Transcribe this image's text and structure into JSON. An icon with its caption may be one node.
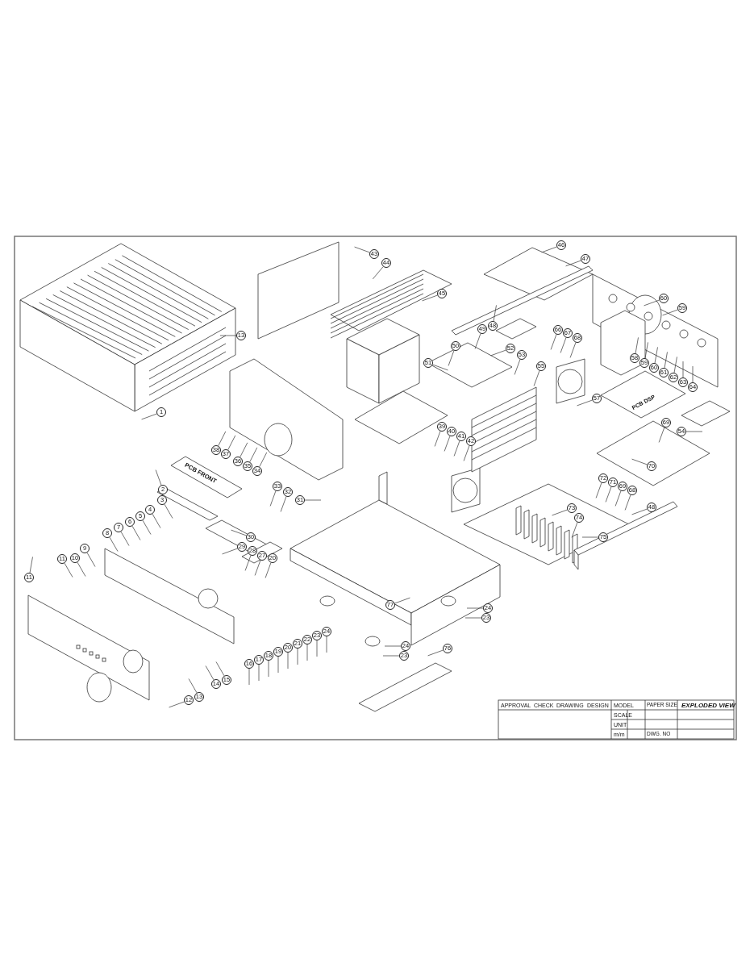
{
  "diagram": {
    "nodes": [
      {
        "text": [
          "1"
        ]
      },
      {
        "text": [
          "13"
        ]
      },
      {
        "text": [
          "43"
        ]
      },
      {
        "text": [
          "44"
        ]
      },
      {
        "text": [
          "45"
        ]
      },
      {
        "text": [
          "46"
        ]
      },
      {
        "text": [
          "47"
        ]
      },
      {
        "text": [
          "50"
        ]
      },
      {
        "text": [
          "49"
        ]
      },
      {
        "text": [
          "48"
        ]
      },
      {
        "text": [
          "66"
        ]
      },
      {
        "text": [
          "67"
        ]
      },
      {
        "text": [
          "68"
        ]
      },
      {
        "text": [
          "60"
        ]
      },
      {
        "text": [
          "59"
        ]
      },
      {
        "text": [
          "51"
        ]
      },
      {
        "text": [
          "52"
        ]
      },
      {
        "text": [
          "53"
        ]
      },
      {
        "text": [
          "55"
        ]
      },
      {
        "text": [
          "58"
        ]
      },
      {
        "text": [
          "59"
        ]
      },
      {
        "text": [
          "60"
        ]
      },
      {
        "text": [
          "61"
        ]
      },
      {
        "text": [
          "62"
        ]
      },
      {
        "text": [
          "63"
        ]
      },
      {
        "text": [
          "64"
        ]
      },
      {
        "text": [
          "57"
        ]
      },
      {
        "text": [
          "54"
        ]
      },
      {
        "text": [
          "69"
        ]
      },
      {
        "text": [
          "70"
        ]
      },
      {
        "text": [
          "38"
        ]
      },
      {
        "text": [
          "37"
        ]
      },
      {
        "text": [
          "36"
        ]
      },
      {
        "text": [
          "35"
        ]
      },
      {
        "text": [
          "34"
        ]
      },
      {
        "text": [
          "39"
        ]
      },
      {
        "text": [
          "40"
        ]
      },
      {
        "text": [
          "41"
        ]
      },
      {
        "text": [
          "42"
        ]
      },
      {
        "text": [
          "2"
        ]
      },
      {
        "text": [
          "33"
        ]
      },
      {
        "text": [
          "32"
        ]
      },
      {
        "text": [
          "31"
        ]
      },
      {
        "text": [
          "3"
        ]
      },
      {
        "text": [
          "4"
        ]
      },
      {
        "text": [
          "5"
        ]
      },
      {
        "text": [
          "6"
        ]
      },
      {
        "text": [
          "7"
        ]
      },
      {
        "text": [
          "8"
        ]
      },
      {
        "text": [
          "30"
        ]
      },
      {
        "text": [
          "29"
        ]
      },
      {
        "text": [
          "28"
        ]
      },
      {
        "text": [
          "27"
        ]
      },
      {
        "text": [
          "20"
        ]
      },
      {
        "text": [
          "9"
        ]
      },
      {
        "text": [
          "10"
        ]
      },
      {
        "text": [
          "11"
        ]
      },
      {
        "text": [
          "11"
        ]
      },
      {
        "text": [
          "72"
        ]
      },
      {
        "text": [
          "71"
        ]
      },
      {
        "text": [
          "69"
        ]
      },
      {
        "text": [
          "68"
        ]
      },
      {
        "text": [
          "73"
        ]
      },
      {
        "text": [
          "48"
        ]
      },
      {
        "text": [
          "74"
        ]
      },
      {
        "text": [
          "75"
        ]
      },
      {
        "text": [
          "77"
        ]
      },
      {
        "text": [
          "24"
        ]
      },
      {
        "text": [
          "23"
        ]
      },
      {
        "text": [
          "16"
        ]
      },
      {
        "text": [
          "17"
        ]
      },
      {
        "text": [
          "18"
        ]
      },
      {
        "text": [
          "19"
        ]
      },
      {
        "text": [
          "20"
        ]
      },
      {
        "text": [
          "21"
        ]
      },
      {
        "text": [
          "22"
        ]
      },
      {
        "text": [
          "23"
        ]
      },
      {
        "text": [
          "24"
        ]
      },
      {
        "text": [
          "24"
        ]
      },
      {
        "text": [
          "23"
        ]
      },
      {
        "text": [
          "76"
        ]
      },
      {
        "text": [
          "15"
        ]
      },
      {
        "text": [
          "14"
        ]
      },
      {
        "text": [
          "13"
        ]
      },
      {
        "text": [
          "12"
        ]
      }
    ],
    "edges": [
      {
        "from": 0,
        "to": null,
        "arrow": "none"
      },
      {
        "from": 1,
        "to": null,
        "arrow": "none"
      },
      {
        "from": 2,
        "to": null,
        "arrow": "none"
      },
      {
        "from": 3,
        "to": null,
        "arrow": "none"
      },
      {
        "from": 4,
        "to": null,
        "arrow": "none"
      },
      {
        "from": 5,
        "to": null,
        "arrow": "none"
      },
      {
        "from": 6,
        "to": null,
        "arrow": "none"
      },
      {
        "from": 7,
        "to": null,
        "arrow": "none"
      },
      {
        "from": 8,
        "to": null,
        "arrow": "none"
      },
      {
        "from": 9,
        "to": null,
        "arrow": "none"
      },
      {
        "from": 10,
        "to": null,
        "arrow": "none"
      },
      {
        "from": 11,
        "to": null,
        "arrow": "none"
      },
      {
        "from": 12,
        "to": null,
        "arrow": "none"
      },
      {
        "from": 13,
        "to": null,
        "arrow": "none"
      },
      {
        "from": 14,
        "to": null,
        "arrow": "none"
      },
      {
        "from": 15,
        "to": null,
        "arrow": "none"
      },
      {
        "from": 16,
        "to": null,
        "arrow": "none"
      },
      {
        "from": 17,
        "to": null,
        "arrow": "none"
      },
      {
        "from": 18,
        "to": null,
        "arrow": "none"
      },
      {
        "from": 19,
        "to": null,
        "arrow": "none"
      },
      {
        "from": 20,
        "to": null,
        "arrow": "none"
      },
      {
        "from": 21,
        "to": null,
        "arrow": "none"
      },
      {
        "from": 22,
        "to": null,
        "arrow": "none"
      },
      {
        "from": 23,
        "to": null,
        "arrow": "none"
      },
      {
        "from": 24,
        "to": null,
        "arrow": "none"
      },
      {
        "from": 25,
        "to": null,
        "arrow": "none"
      },
      {
        "from": 26,
        "to": null,
        "arrow": "none"
      },
      {
        "from": 27,
        "to": null,
        "arrow": "none"
      },
      {
        "from": 28,
        "to": null,
        "arrow": "none"
      },
      {
        "from": 29,
        "to": null,
        "arrow": "none"
      },
      {
        "from": 30,
        "to": null,
        "arrow": "none"
      },
      {
        "from": 31,
        "to": null,
        "arrow": "none"
      },
      {
        "from": 32,
        "to": null,
        "arrow": "none"
      },
      {
        "from": 33,
        "to": null,
        "arrow": "none"
      },
      {
        "from": 34,
        "to": null,
        "arrow": "none"
      },
      {
        "from": 35,
        "to": null,
        "arrow": "none"
      },
      {
        "from": 36,
        "to": null,
        "arrow": "none"
      },
      {
        "from": 37,
        "to": null,
        "arrow": "none"
      },
      {
        "from": 38,
        "to": null,
        "arrow": "none"
      },
      {
        "from": 39,
        "to": null,
        "arrow": "none"
      },
      {
        "from": 40,
        "to": null,
        "arrow": "none"
      },
      {
        "from": 41,
        "to": null,
        "arrow": "none"
      },
      {
        "from": 42,
        "to": null,
        "arrow": "none"
      },
      {
        "from": 43,
        "to": null,
        "arrow": "none"
      },
      {
        "from": 44,
        "to": null,
        "arrow": "none"
      },
      {
        "from": 45,
        "to": null,
        "arrow": "none"
      },
      {
        "from": 46,
        "to": null,
        "arrow": "none"
      },
      {
        "from": 47,
        "to": null,
        "arrow": "none"
      },
      {
        "from": 48,
        "to": null,
        "arrow": "none"
      },
      {
        "from": 49,
        "to": null,
        "arrow": "none"
      },
      {
        "from": 50,
        "to": null,
        "arrow": "none"
      },
      {
        "from": 51,
        "to": null,
        "arrow": "none"
      },
      {
        "from": 52,
        "to": null,
        "arrow": "none"
      },
      {
        "from": 53,
        "to": null,
        "arrow": "none"
      },
      {
        "from": 54,
        "to": null,
        "arrow": "none"
      },
      {
        "from": 55,
        "to": null,
        "arrow": "none"
      },
      {
        "from": 56,
        "to": null,
        "arrow": "none"
      },
      {
        "from": 57,
        "to": null,
        "arrow": "none"
      },
      {
        "from": 58,
        "to": null,
        "arrow": "none"
      },
      {
        "from": 59,
        "to": null,
        "arrow": "none"
      },
      {
        "from": 60,
        "to": null,
        "arrow": "none"
      },
      {
        "from": 61,
        "to": null,
        "arrow": "none"
      },
      {
        "from": 62,
        "to": null,
        "arrow": "none"
      },
      {
        "from": 63,
        "to": null,
        "arrow": "none"
      },
      {
        "from": 64,
        "to": null,
        "arrow": "none"
      },
      {
        "from": 65,
        "to": null,
        "arrow": "none"
      },
      {
        "from": 66,
        "to": null,
        "arrow": "none"
      },
      {
        "from": 67,
        "to": null,
        "arrow": "none"
      },
      {
        "from": 68,
        "to": null,
        "arrow": "none"
      },
      {
        "from": 69,
        "to": null,
        "arrow": "none"
      },
      {
        "from": 70,
        "to": null,
        "arrow": "none"
      },
      {
        "from": 71,
        "to": null,
        "arrow": "none"
      },
      {
        "from": 72,
        "to": null,
        "arrow": "none"
      },
      {
        "from": 73,
        "to": null,
        "arrow": "none"
      },
      {
        "from": 74,
        "to": null,
        "arrow": "none"
      },
      {
        "from": 75,
        "to": null,
        "arrow": "none"
      },
      {
        "from": 76,
        "to": null,
        "arrow": "none"
      },
      {
        "from": 77,
        "to": null,
        "arrow": "none"
      },
      {
        "from": 78,
        "to": null,
        "arrow": "none"
      },
      {
        "from": 79,
        "to": null,
        "arrow": "none"
      },
      {
        "from": 80,
        "to": null,
        "arrow": "none"
      },
      {
        "from": 81,
        "to": null,
        "arrow": "none"
      },
      {
        "from": 82,
        "to": null,
        "arrow": "none"
      },
      {
        "from": 83,
        "to": null,
        "arrow": "none"
      },
      {
        "from": 84,
        "to": null,
        "arrow": "none"
      }
    ],
    "labels": [
      "PCB FRONT",
      "PCB DSP",
      "APPROVAL",
      "CHECK",
      "DRAWING",
      "DESIGN",
      "MODEL",
      "SCALE",
      "PAPER SIZE",
      "EXPLODED VIEW",
      "UNIT",
      "m/m",
      "DWG. NO"
    ]
  }
}
